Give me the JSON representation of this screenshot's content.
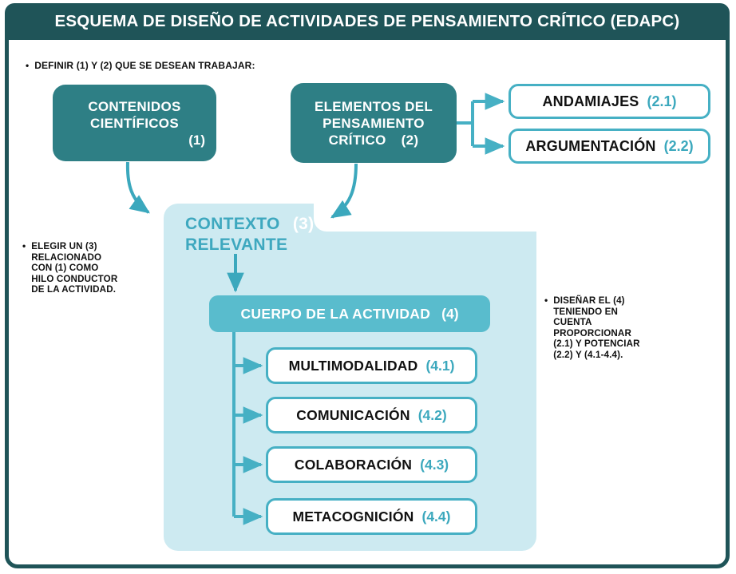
{
  "header": {
    "title": "ESQUEMA DE DISEÑO DE ACTIVIDADES DE PENSAMIENTO CRÍTICO (EDAPC)"
  },
  "annotations": {
    "top": {
      "bullet": "•",
      "text": "DEFINIR (1) Y (2) QUE SE DESEAN TRABAJAR:"
    },
    "left": {
      "bullet": "•",
      "text": "ELEGIR UN (3)\nRELACIONADO\nCON (1) COMO\nHILO CONDUCTOR\nDE LA ACTIVIDAD."
    },
    "right": {
      "bullet": "•",
      "text": "DISEÑAR EL (4)\nTENIENDO EN\nCUENTA\nPROPORCIONAR\n(2.1) Y POTENCIAR\n(2.2) Y (4.1-4.4)."
    }
  },
  "boxes": {
    "contenidos": {
      "line1": "CONTENIDOS",
      "line2": "CIENTÍFICOS",
      "number": "(1)"
    },
    "elementos": {
      "line1": "ELEMENTOS DEL",
      "line2": "PENSAMIENTO",
      "line3": "CRÍTICO",
      "number": "(2)"
    },
    "andamiajes": {
      "label": "ANDAMIAJES",
      "number": "(2.1)"
    },
    "argumentacion": {
      "label": "ARGUMENTACIÓN",
      "number": "(2.2)"
    },
    "contexto": {
      "line1": "CONTEXTO",
      "line2": "RELEVANTE",
      "number": "(3)"
    },
    "cuerpo": {
      "label": "CUERPO DE LA ACTIVIDAD",
      "number": "(4)"
    },
    "sub": [
      {
        "label": "MULTIMODALIDAD",
        "number": "(4.1)"
      },
      {
        "label": "COMUNICACIÓN",
        "number": "(4.2)"
      },
      {
        "label": "COLABORACIÓN",
        "number": "(4.3)"
      },
      {
        "label": "METACOGNICIÓN",
        "number": "(4.4)"
      }
    ]
  },
  "colors": {
    "frame_dark_teal": "#1f5458",
    "box_dark_teal": "#2e7f85",
    "accent_teal": "#46b0c4",
    "number_teal": "#3ba8bd",
    "panel_light": "#cdeaf1",
    "activity_mid_teal": "#59bccd",
    "text_dark": "#111111",
    "text_white": "#ffffff"
  }
}
